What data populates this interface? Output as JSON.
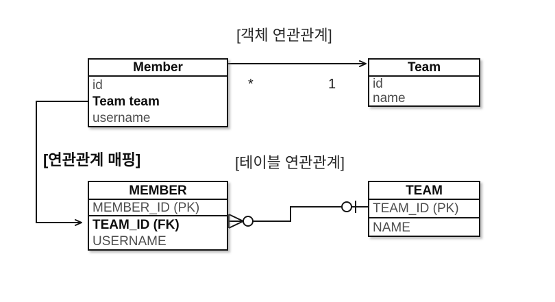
{
  "diagram": {
    "captions": {
      "object_relation": "[객체 연관관계]",
      "mapping": "[연관관계 매핑]",
      "table_relation": "[테이블 연관관계]"
    },
    "object_model": {
      "member": {
        "title": "Member",
        "fields": [
          {
            "label": "id",
            "bold": false
          },
          {
            "label": "Team team",
            "bold": true
          },
          {
            "label": "username",
            "bold": false
          }
        ]
      },
      "team": {
        "title": "Team",
        "fields": [
          {
            "label": "id",
            "bold": false
          },
          {
            "label": "name",
            "bold": false
          }
        ]
      },
      "multiplicity": {
        "source": "*",
        "target": "1"
      }
    },
    "table_model": {
      "member": {
        "title": "MEMBER",
        "columns": [
          {
            "label": "MEMBER_ID (PK)",
            "bold": false
          },
          {
            "label": "TEAM_ID (FK)",
            "bold": true
          },
          {
            "label": "USERNAME",
            "bold": false
          }
        ]
      },
      "team": {
        "title": "TEAM",
        "columns": [
          {
            "label": "TEAM_ID (PK)",
            "bold": false
          },
          {
            "label": "NAME",
            "bold": false
          }
        ]
      }
    },
    "colors": {
      "background": "#ffffff",
      "line": "#141414",
      "title_text": "#0d0d0d",
      "field_text": "#4d4d4d",
      "caption_text": "#262626"
    }
  }
}
